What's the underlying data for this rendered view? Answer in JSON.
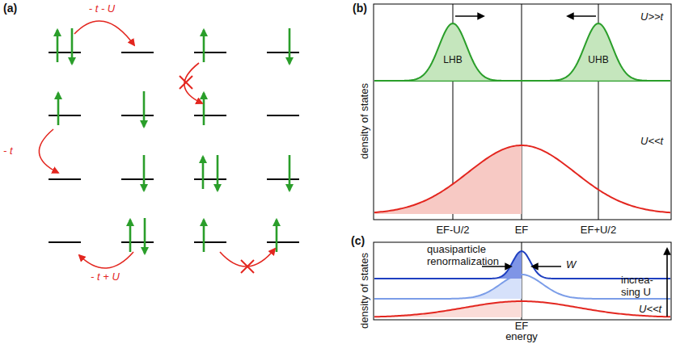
{
  "diagram": {
    "nodes": [
      {
        "text": [
          "LHB"
        ]
      },
      {
        "text": [
          "UHB"
        ]
      }
    ],
    "labels": [
      "(a)",
      "- t - U",
      "- t",
      "- t + U",
      "(b)",
      "density of states",
      "U>>t",
      "U<<t",
      "EF-U/2",
      "EF",
      "EF+U/2",
      "(c)",
      "density of states",
      "quasiparticle renormalization",
      "W",
      "increa- sing U",
      "U<<t",
      "EF",
      "energy"
    ]
  }
}
